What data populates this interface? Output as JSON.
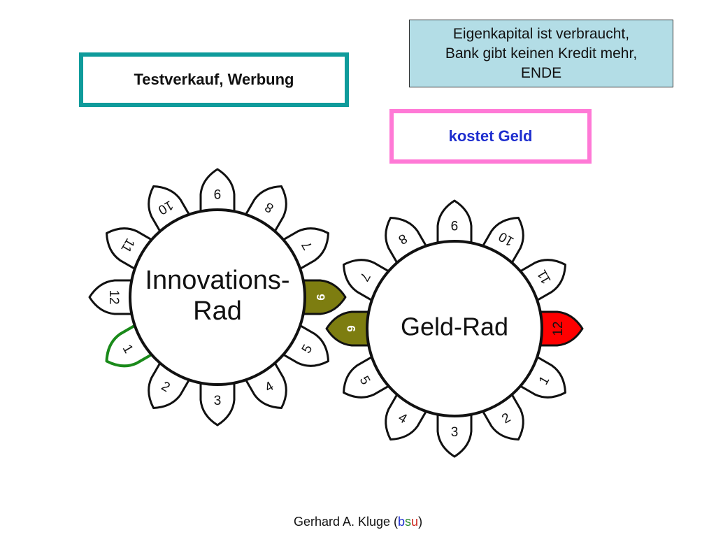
{
  "boxes": {
    "testverkauf": "Testverkauf, Werbung",
    "kostet": "kostet Geld",
    "eigenkapital": [
      "Eigenkapital ist verbraucht,",
      "Bank gibt keinen Kredit mehr,",
      "ENDE"
    ]
  },
  "wheels": [
    {
      "id": "innovation",
      "label_lines": [
        "Innovations-",
        "Rad"
      ],
      "petals": [
        {
          "label": "9"
        },
        {
          "label": "8"
        },
        {
          "label": "7"
        },
        {
          "label": "6",
          "fill": "#7d7d10",
          "text_color": "#ffffff",
          "bold": true
        },
        {
          "label": "5"
        },
        {
          "label": "4"
        },
        {
          "label": "3"
        },
        {
          "label": "2"
        },
        {
          "label": "1",
          "stroke": "#1a8a1a"
        },
        {
          "label": "12"
        },
        {
          "label": "11"
        },
        {
          "label": "10"
        }
      ]
    },
    {
      "id": "geld",
      "label_lines": [
        "Geld-Rad"
      ],
      "petals": [
        {
          "label": "9"
        },
        {
          "label": "10"
        },
        {
          "label": "11"
        },
        {
          "label": "12",
          "fill": "#ff0000"
        },
        {
          "label": "1"
        },
        {
          "label": "2"
        },
        {
          "label": "3"
        },
        {
          "label": "4"
        },
        {
          "label": "5"
        },
        {
          "label": "6",
          "fill": "#7d7d10",
          "text_color": "#ffffff",
          "bold": true
        },
        {
          "label": "7"
        },
        {
          "label": "8"
        }
      ]
    }
  ],
  "footer": {
    "prefix": "Gerhard A. Kluge (",
    "b": "b",
    "s": "s",
    "u": "u",
    "suffix": ")"
  }
}
